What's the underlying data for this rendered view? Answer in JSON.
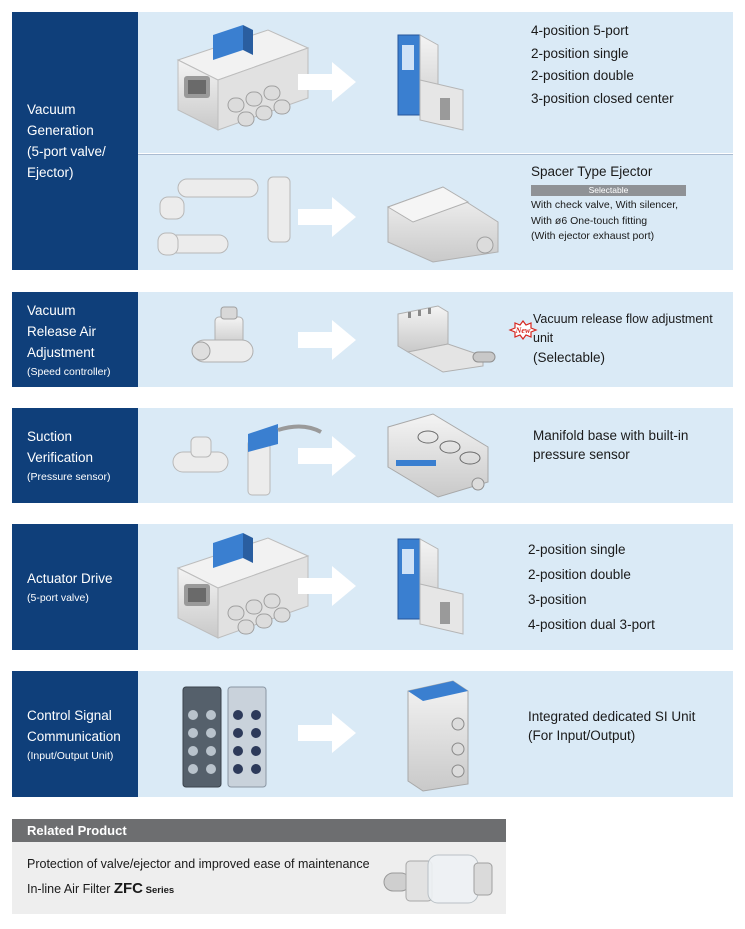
{
  "sections": [
    {
      "title_lines": [
        "Vacuum",
        "Generation",
        "(5-port valve/",
        "Ejector)"
      ],
      "subtitle": "",
      "rows": [
        {
          "specs": [
            "4-position 5-port",
            "2-position single",
            "2-position double",
            "3-position closed center"
          ]
        },
        {
          "spacer_title": "Spacer Type Ejector",
          "selectable": "Selectable",
          "details": [
            "With check valve, With silencer,",
            "With ø6 One-touch fitting",
            "(With ejector exhaust port)"
          ]
        }
      ]
    },
    {
      "title_lines": [
        "Vacuum",
        "Release Air",
        "Adjustment"
      ],
      "subtitle": "(Speed controller)",
      "new_badge": "New",
      "specs": [
        "Vacuum release flow adjustment unit",
        "(Selectable)"
      ]
    },
    {
      "title_lines": [
        "Suction",
        "Verification"
      ],
      "subtitle": "(Pressure sensor)",
      "specs": [
        "Manifold base with built-in",
        "pressure sensor"
      ]
    },
    {
      "title_lines": [
        "Actuator Drive"
      ],
      "subtitle": "(5-port valve)",
      "specs": [
        "2-position single",
        "2-position double",
        "3-position",
        "4-position dual 3-port"
      ]
    },
    {
      "title_lines": [
        "Control Signal",
        "Communication"
      ],
      "subtitle": "(Input/Output Unit)",
      "specs": [
        "Integrated dedicated SI Unit",
        "(For Input/Output)"
      ]
    }
  ],
  "related": {
    "header": "Related Product",
    "line1": "Protection of valve/ejector and improved ease of maintenance",
    "line2_prefix": "In-line Air Filter ",
    "series": "ZFC",
    "series_suffix": " Series"
  },
  "colors": {
    "label_bg": "#0f3f7a",
    "panel_bg": "#daeaf6",
    "related_header": "#6d6e70",
    "related_bg": "#eeeeee",
    "accent_red": "#d7261e"
  }
}
